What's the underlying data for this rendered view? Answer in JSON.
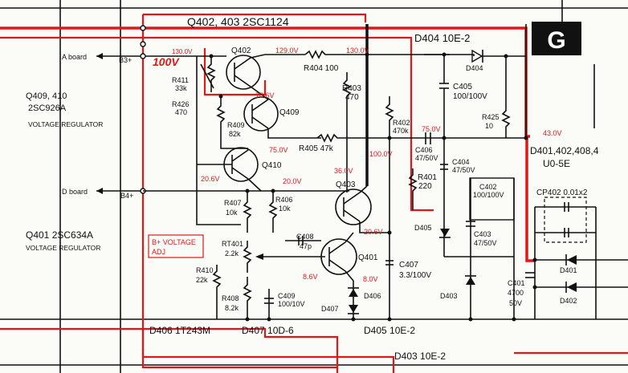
{
  "corner_badge": "G",
  "header": {
    "top_transistors": "Q402, 403 2SC1124",
    "d404_note": "D404 10E-2"
  },
  "inputs": {
    "a_board": "A board",
    "d_board": "D board",
    "b3": "B3+",
    "b4": "B4+"
  },
  "left_notes": {
    "q409_410_part": "Q409, 410",
    "q409_410_type": "2SC926A",
    "q409_410_role": "VOLTAGE REGULATOR",
    "q401_part": "Q401  2SC634A",
    "q401_role": "VOLTAGE REGULATOR"
  },
  "resistors": {
    "r411": "R411",
    "r411_val": "33k",
    "r426": "R426",
    "r426_val": "470",
    "r409": "R409",
    "r409_val": "82k",
    "r404": "R404 100",
    "r405": "R405 47k",
    "r403": "R403",
    "r403_val": "470",
    "r402": "R402",
    "r402_val": "470k",
    "r401": "R401",
    "r401_val": "220",
    "r425": "R425",
    "r425_val": "10",
    "r407": "R407",
    "r407_val": "10k",
    "r406": "R406",
    "r406_val": "10k",
    "rt401": "RT401",
    "rt401_val": "2.2k",
    "r410": "R410",
    "r410_val": "22k",
    "r408": "R408",
    "r408_val": "8.2k"
  },
  "capacitors": {
    "c405": "C405",
    "c405_val": "100/100V",
    "c406": "C406",
    "c406_val": "47/50V",
    "c404": "C404",
    "c404_val": "47/50V",
    "c402": "C402",
    "c402_val": "100/100V",
    "c403": "C403",
    "c403_val": "47/50V",
    "c407": "C407",
    "c407_val": "3.3/100V",
    "c408": "C408",
    "c408_val": "47p",
    "c409": "C409",
    "c409_val": "100/10V",
    "c401": "C401",
    "c401_val1": "4700",
    "c401_val2": "50V",
    "cp402": "CP402 0.01x2"
  },
  "transistors": {
    "q402": "Q402",
    "q409": "Q409",
    "q410": "Q410",
    "q403": "Q403",
    "q401": "Q401"
  },
  "diodes": {
    "d404": "D404",
    "d405": "D405",
    "d403": "D403",
    "d401": "D401",
    "d402": "D402",
    "d406": "D406",
    "d407": "D407",
    "d401_group": "D401,402,408,4",
    "d401_group_type": "U0-5E"
  },
  "bottom_notes": {
    "d406": "D406 1T243M",
    "d407": "D407 10D-6",
    "d405": "D405 10E-2",
    "d403": "D403 10E-2"
  },
  "voltages": {
    "v_hand": "100V",
    "v_b3": "130.0V",
    "v129": "129.0V",
    "v130": "130.0V",
    "v786": "78.6V",
    "v75a": "75.0V",
    "v75b": "75.0V",
    "v206": "20.6V",
    "v20": "20.0V",
    "v100": "100.0V",
    "v36": "36.0V",
    "v206b": "20.6V",
    "v86": "8.6V",
    "v80": "8.0V",
    "v43": "43.0V"
  },
  "adj_box": {
    "line1": "B+ VOLTAGE",
    "line2": "ADJ"
  }
}
